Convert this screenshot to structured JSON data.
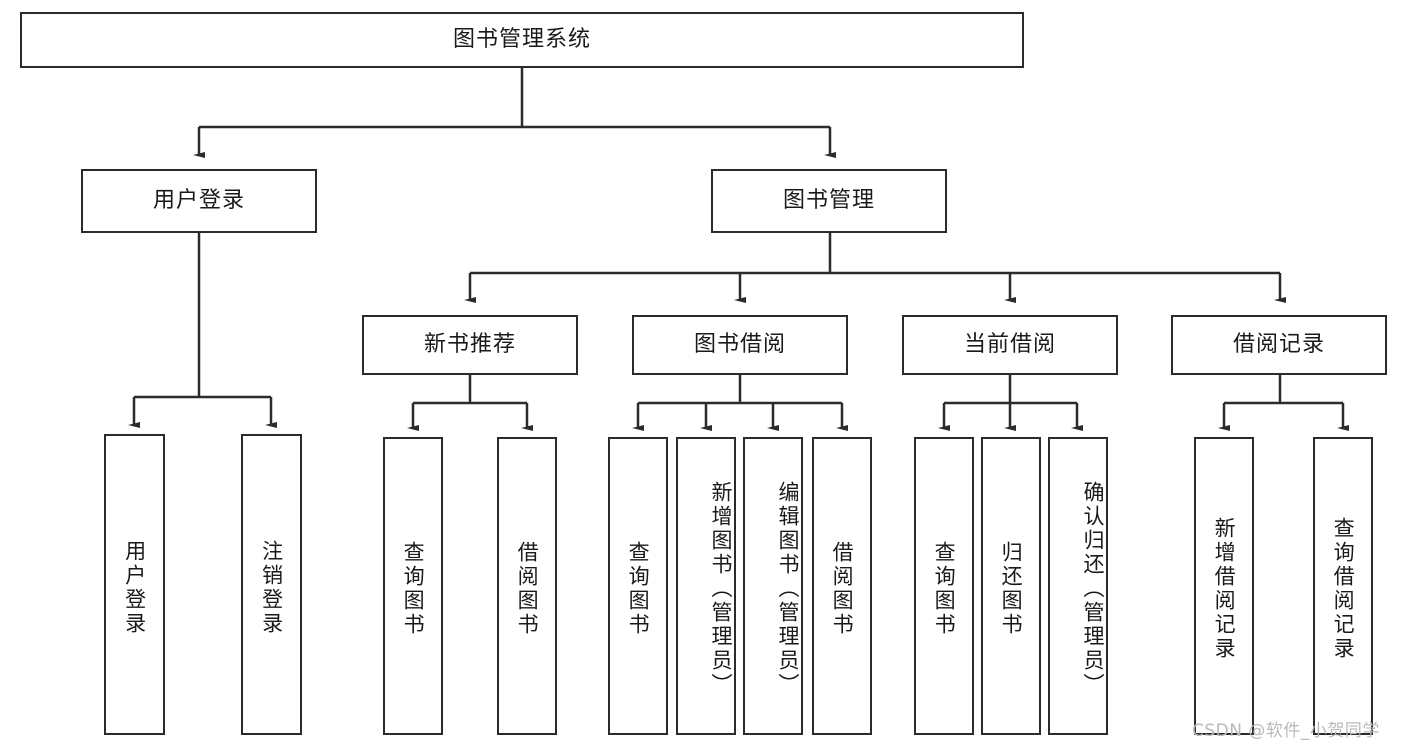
{
  "diagram": {
    "title": "图书管理系统",
    "type": "hierarchy-tree",
    "root": {
      "label": "图书管理系统"
    },
    "level2": [
      {
        "label": "用户登录"
      },
      {
        "label": "图书管理"
      }
    ],
    "level3": [
      {
        "label": "新书推荐"
      },
      {
        "label": "图书借阅"
      },
      {
        "label": "当前借阅"
      },
      {
        "label": "借阅记录"
      }
    ],
    "leaves": {
      "user_login": [
        {
          "label": "用户登录"
        },
        {
          "label": "注销登录"
        }
      ],
      "new_book_recommend": [
        {
          "label": "查询图书"
        },
        {
          "label": "借阅图书"
        }
      ],
      "book_borrow": [
        {
          "label": "查询图书"
        },
        {
          "label": "新增图书（管理员）"
        },
        {
          "label": "编辑图书（管理员）"
        },
        {
          "label": "借阅图书"
        }
      ],
      "current_borrow": [
        {
          "label": "查询图书"
        },
        {
          "label": "归还图书"
        },
        {
          "label": "确认归还（管理员）"
        }
      ],
      "borrow_record": [
        {
          "label": "新增借阅记录"
        },
        {
          "label": "查询借阅记录"
        }
      ]
    }
  },
  "watermark": {
    "text": "CSDN @软件_小贺同学"
  },
  "colors": {
    "border": "#2b2b2b",
    "background": "#ffffff",
    "text": "#1a1a1a",
    "watermark": "#b9b9b9"
  }
}
